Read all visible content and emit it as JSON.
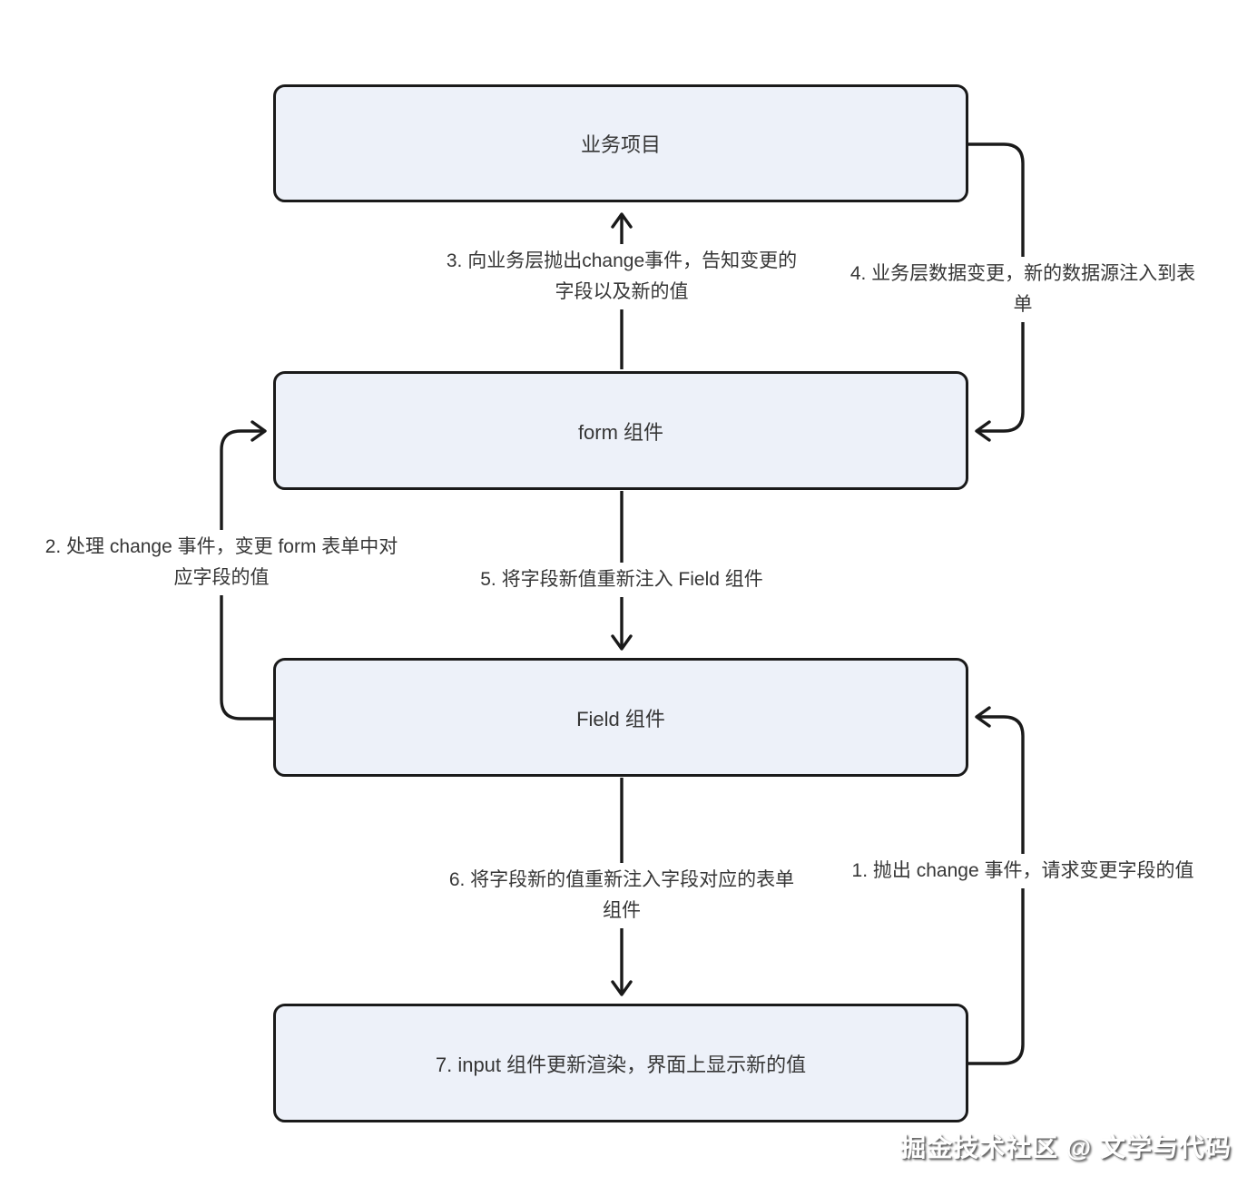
{
  "diagram": {
    "nodes": {
      "business": {
        "label": "业务项目"
      },
      "form": {
        "label": "form 组件"
      },
      "field": {
        "label": "Field 组件"
      },
      "input": {
        "label": "7. input 组件更新渲染，界面上显示新的值"
      }
    },
    "edges": {
      "step1": {
        "text": "1. 抛出 change 事件，请求变更字段的值"
      },
      "step2": {
        "text": "2. 处理 change 事件，变更 form 表单中对\n应字段的值"
      },
      "step3": {
        "text": "3. 向业务层抛出change事件，告知变更的\n字段以及新的值"
      },
      "step4": {
        "text": "4. 业务层数据变更，新的数据源注入到表\n单"
      },
      "step5": {
        "text": "5. 将字段新值重新注入 Field 组件"
      },
      "step6": {
        "text": "6. 将字段新的值重新注入字段对应的表单\n组件"
      }
    }
  },
  "watermark": {
    "text": "掘金技术社区 @ 文学与代码"
  },
  "colors": {
    "node_fill": "#edf1f9",
    "stroke": "#1a1a1a",
    "text": "#363636",
    "background": "#ffffff"
  }
}
